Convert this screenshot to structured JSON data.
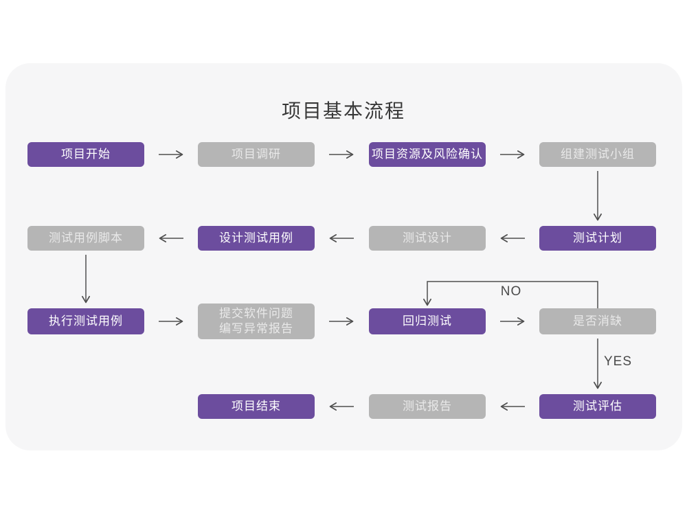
{
  "title": "项目基本流程",
  "edge_labels": {
    "no": "NO",
    "yes": "YES"
  },
  "colors": {
    "page_background": "#ffffff",
    "card_background": "#f6f6f7",
    "node_purple": "#6c4d9e",
    "node_purple_text": "#ffffff",
    "node_gray": "#b5b5b5",
    "node_gray_text": "#e9e9e9",
    "arrow": "#4f4f4f",
    "title_text": "#383838",
    "edge_label_text": "#4a4a4a"
  },
  "nodes": [
    {
      "id": "project-start",
      "label": "项目开始",
      "variant": "purple"
    },
    {
      "id": "project-research",
      "label": "项目调研",
      "variant": "gray"
    },
    {
      "id": "resource-risk-confirm",
      "label": "项目资源及风险确认",
      "variant": "purple"
    },
    {
      "id": "build-test-team",
      "label": "组建测试小组",
      "variant": "gray"
    },
    {
      "id": "test-plan",
      "label": "测试计划",
      "variant": "purple"
    },
    {
      "id": "test-design",
      "label": "测试设计",
      "variant": "gray"
    },
    {
      "id": "design-test-case",
      "label": "设计测试用例",
      "variant": "purple"
    },
    {
      "id": "test-case-script",
      "label": "测试用例脚本",
      "variant": "gray"
    },
    {
      "id": "execute-test-case",
      "label": "执行测试用例",
      "variant": "purple"
    },
    {
      "id": "submit-issue-report",
      "label": "提交软件问题\n编写异常报告",
      "variant": "gray"
    },
    {
      "id": "regression-test",
      "label": "回归测试",
      "variant": "purple"
    },
    {
      "id": "defect-resolved",
      "label": "是否消缺",
      "variant": "gray"
    },
    {
      "id": "test-evaluate",
      "label": "测试评估",
      "variant": "purple"
    },
    {
      "id": "test-report",
      "label": "测试报告",
      "variant": "gray"
    },
    {
      "id": "project-end",
      "label": "项目结束",
      "variant": "purple"
    }
  ]
}
